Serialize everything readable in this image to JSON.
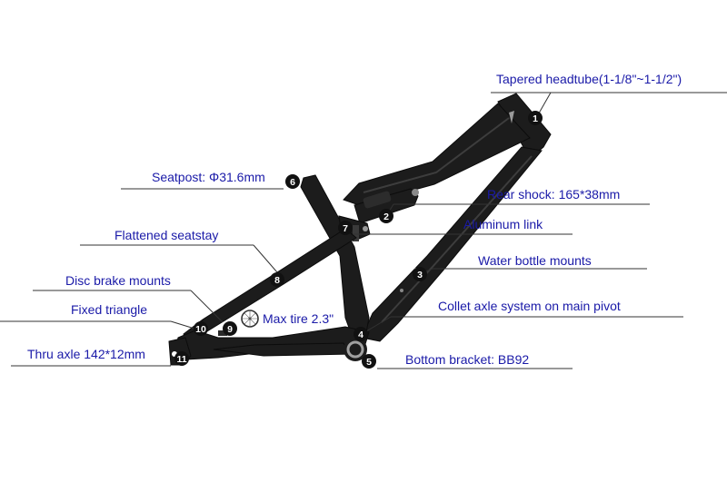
{
  "labels": {
    "headtube": "Tapered headtube(1-1/8\"~1-1/2\")",
    "seatpost": "Seatpost: Φ31.6mm",
    "rear_shock": "Rear shock: 165*38mm",
    "aluminum_link": "Aluminum link",
    "flattened_seatstay": "Flattened seatstay",
    "water_bottle": "Water bottle mounts",
    "disc_brake": "Disc brake mounts",
    "collet_axle": "Collet axle system on main pivot",
    "fixed_triangle": "Fixed triangle",
    "max_tire": "Max tire 2.3\"",
    "thru_axle": "Thru axle 142*12mm",
    "bottom_bracket": "Bottom bracket: BB92"
  },
  "markers": {
    "m1": "1",
    "m2": "2",
    "m3": "3",
    "m4": "4",
    "m5": "5",
    "m6": "6",
    "m7": "7",
    "m8": "8",
    "m9": "9",
    "m10": "10",
    "m11": "11"
  },
  "colors": {
    "label_text": "#1a1aa8",
    "leader_line": "#333333",
    "marker_fill": "#111111",
    "frame": "#1c1c1c"
  }
}
